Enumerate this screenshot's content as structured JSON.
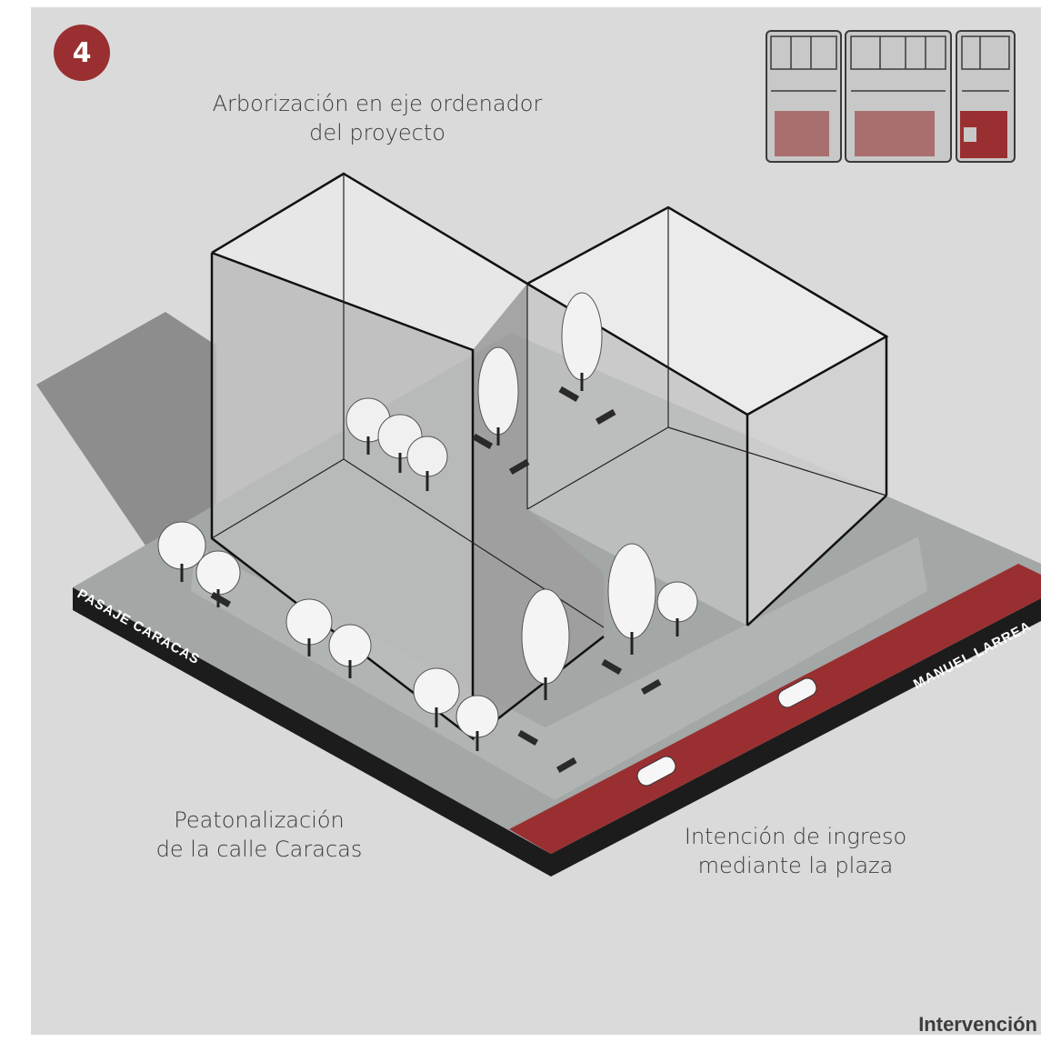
{
  "step_number": "4",
  "captions": {
    "top": "Arborización en eje ordenador\ndel proyecto",
    "left": "Peatonalización\nde la calle Caracas",
    "right": "Intención de ingreso\nmediante la plaza"
  },
  "streets": {
    "left": "PASAJE CARACAS",
    "right": "MANUEL LARREA"
  },
  "footer": "Intervención",
  "colors": {
    "accent": "#9a2f31",
    "background": "#dadada",
    "ground": "#a2a6a5",
    "slab_edge": "#1c1c1c"
  },
  "icons": [
    "tree-icon",
    "car-icon",
    "bench-icon",
    "site-plan-inset"
  ]
}
